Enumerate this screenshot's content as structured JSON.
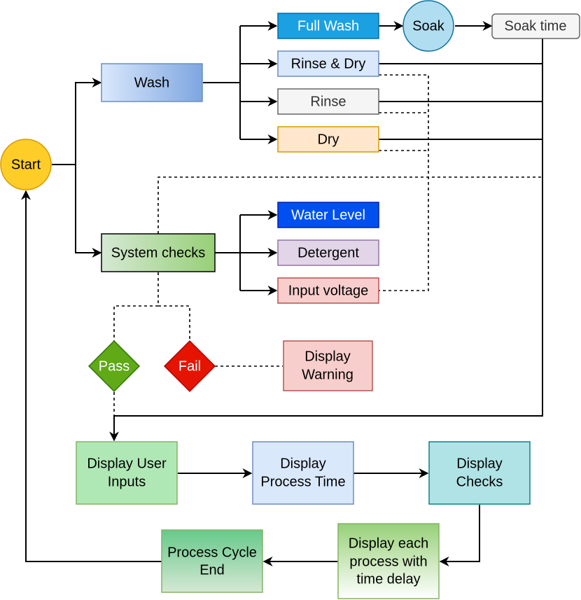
{
  "nodes": {
    "start": "Start",
    "wash": "Wash",
    "full_wash": "Full Wash",
    "soak": "Soak",
    "soak_time": "Soak time",
    "rinse_dry": "Rinse & Dry",
    "rinse": "Rinse",
    "dry": "Dry",
    "system_checks": "System checks",
    "water_level": "Water Level",
    "detergent": "Detergent",
    "input_voltage": "Input voltage",
    "pass": "Pass",
    "fail": "Fail",
    "display_warning_1": "Display",
    "display_warning_2": "Warning",
    "display_user_inputs_1": "Display User",
    "display_user_inputs_2": "Inputs",
    "display_process_time_1": "Display",
    "display_process_time_2": "Process Time",
    "display_checks_1": "Display",
    "display_checks_2": "Checks",
    "display_each_1": "Display each",
    "display_each_2": "process with",
    "display_each_3": "time delay",
    "process_cycle_end_1": "Process Cycle",
    "process_cycle_end_2": "End"
  },
  "colors": {
    "start": "#ffcd28",
    "wash": "#7ea6e0",
    "full_wash": "#1ba1e2",
    "soak": "#b1ddf0",
    "water_level": "#0050ef",
    "detergent": "#e1d5e7",
    "input_voltage": "#f8cecc",
    "pass": "#60a917",
    "fail": "#e51400",
    "display_checks": "#b0e3e6",
    "green_light": "#b9e0a5",
    "green_dark": "#97d077"
  }
}
